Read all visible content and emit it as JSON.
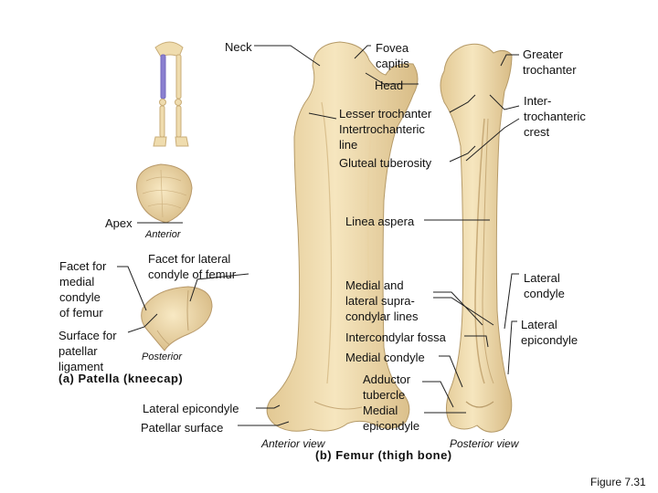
{
  "colors": {
    "bone": "#f1deb0",
    "bone_shade": "#dcc08c",
    "bone_edge": "#b59a68",
    "femur_highlight": "#8a7fd0",
    "leader": "#222222"
  },
  "labels": {
    "neck": "Neck",
    "fovea_capitis": "Fovea\ncapitis",
    "greater_trochanter": "Greater\ntrochanter",
    "head": "Head",
    "lesser_trochanter": "Lesser trochanter",
    "intertrochanteric_line": "Intertrochanteric\nline",
    "gluteal_tuberosity": "Gluteal tuberosity",
    "intertrochanteric_crest": "Inter-\ntrochanteric\ncrest",
    "linea_aspera": "Linea aspera",
    "apex": "Apex",
    "anterior": "Anterior",
    "facet_lateral": "Facet for lateral\ncondyle of femur",
    "facet_medial": "Facet for\nmedial\ncondyle\nof femur",
    "supracondylar_lines": "Medial and\nlateral supra-\ncondylar lines",
    "lateral_condyle": "Lateral\ncondyle",
    "surface_patellar_ligament": "Surface for\npatellar\nligament",
    "posterior": "Posterior",
    "intercondylar_fossa": "Intercondylar fossa",
    "lateral_epicondyle_right": "Lateral\nepicondyle",
    "medial_condyle": "Medial condyle",
    "adductor_tubercle": "Adductor\ntubercle",
    "medial_epicondyle": "Medial\nepicondyle",
    "lateral_epicondyle_left": "Lateral epicondyle",
    "patellar_surface": "Patellar surface",
    "anterior_view": "Anterior view",
    "posterior_view": "Posterior view"
  },
  "captions": {
    "patella": "(a) Patella (kneecap)",
    "femur": "(b) Femur (thigh bone)",
    "figure": "Figure 7.31"
  }
}
